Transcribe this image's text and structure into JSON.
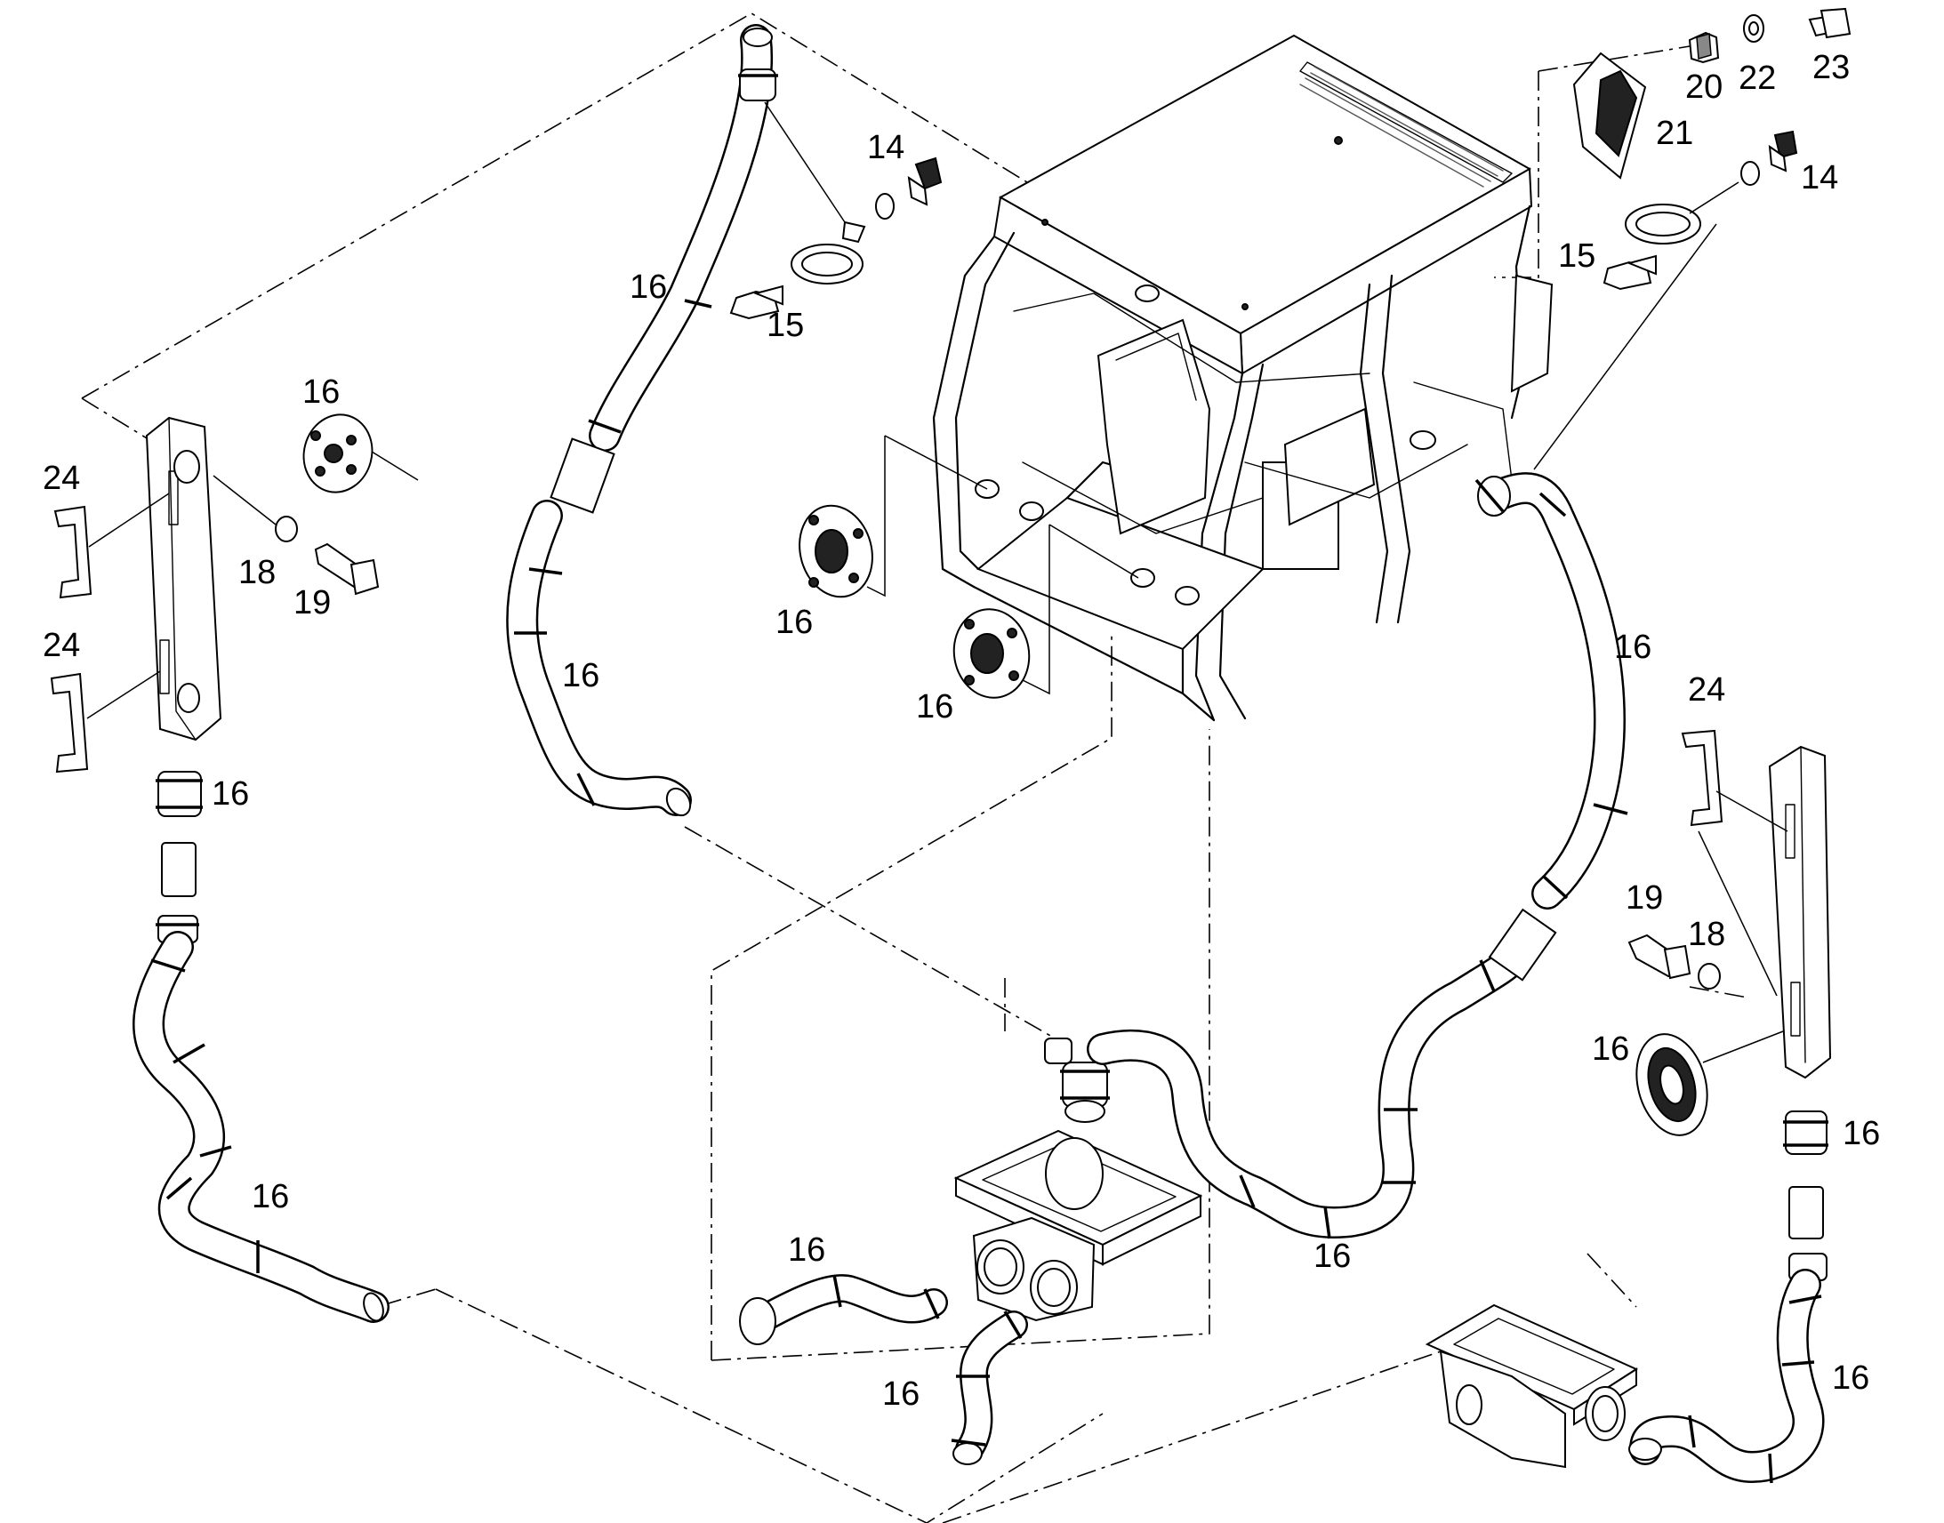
{
  "diagram": {
    "labels": {
      "c14_top": "14",
      "c14_right": "14",
      "c15_top": "15",
      "c15_right": "15",
      "c16_upper_hose": "16",
      "c16_vent_left": "16",
      "c16_vent_center_a": "16",
      "c16_vent_center_b": "16",
      "c16_mid_hose": "16",
      "c16_left_coupling": "16",
      "c16_left_hose": "16",
      "c16_right_hose": "16",
      "c16_bottom_hose_mid": "16",
      "c16_bottom_hose_a": "16",
      "c16_bottom_hose_b": "16",
      "c16_vent_right": "16",
      "c16_right_coupling": "16",
      "c16_right_lower_hose": "16",
      "c18_left": "18",
      "c18_right": "18",
      "c19_left": "19",
      "c19_right": "19",
      "c20": "20",
      "c21": "21",
      "c22": "22",
      "c23": "23",
      "c24_left_a": "24",
      "c24_left_b": "24",
      "c24_right": "24"
    }
  }
}
